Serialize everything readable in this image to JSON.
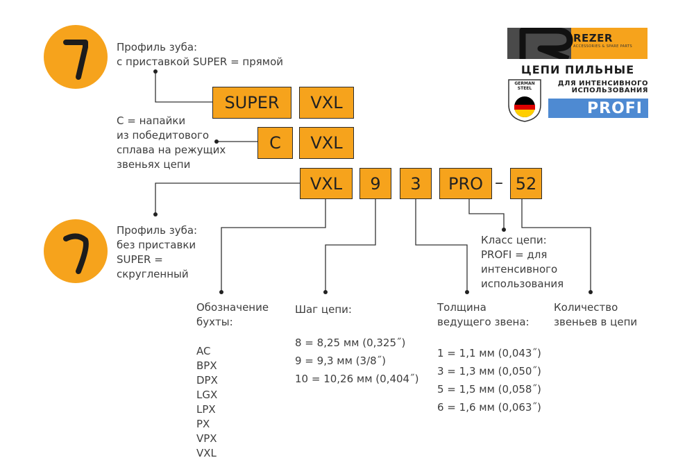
{
  "logo": {
    "brand": "REZER",
    "brand_sub": "ACCESSORIES & SPARE PARTS",
    "title": "ЦЕПИ ПИЛЬНЫЕ",
    "subtitle_line1": "ДЛЯ ИНТЕНСИВНОГО",
    "subtitle_line2": "ИСПОЛЬЗОВАНИЯ",
    "badge_line1": "GERMAN",
    "badge_line2": "STEEL",
    "profi": "PROFI",
    "colors": {
      "accent": "#f6a31c",
      "profi_blue": "#4e8ad2",
      "dark": "#3a3a3a"
    }
  },
  "codes": {
    "super": "SUPER",
    "vxl_row1": "VXL",
    "c": "C",
    "vxl_row2": "VXL",
    "vxl_row3": "VXL",
    "pitch": "9",
    "gauge": "3",
    "pro": "PRO",
    "dash": "–",
    "links": "52"
  },
  "labels": {
    "profile_super": [
      "Профиль зуба:",
      "с приставкой SUPER = прямой"
    ],
    "carbide": [
      "С = напайки",
      "из победитового",
      "сплава на режущих",
      "звеньях цепи"
    ],
    "profile_round": [
      "Профиль зуба:",
      "без приставки",
      "SUPER =",
      "скругленный"
    ],
    "chain_class": [
      "Класс цепи:",
      "PROFI = для",
      "интенсивного",
      "использования"
    ]
  },
  "columns": {
    "spool": {
      "title": [
        "Обозначение",
        "бухты:"
      ],
      "items": [
        "AC",
        "BPX",
        "DPX",
        "LGX",
        "LPX",
        "PX",
        "VPX",
        "VXL"
      ]
    },
    "pitch": {
      "title": [
        "Шаг цепи:"
      ],
      "items": [
        "8 = 8,25 мм (0,325˝)",
        "9 = 9,3 мм (3/8˝)",
        "10 = 10,26 мм (0,404˝)"
      ]
    },
    "gauge": {
      "title": [
        "Толщина",
        "ведущего звена:"
      ],
      "items": [
        "1 = 1,1 мм (0,043˝)",
        "3 = 1,3 мм (0,050˝)",
        "5 = 1,5 мм (0,058˝)",
        "6 = 1,6 мм (0,063˝)"
      ]
    },
    "links": {
      "title": [
        "Количество",
        "звеньев в цепи"
      ],
      "items": []
    }
  },
  "icons": {
    "tooth_straight": "tooth-straight-icon",
    "tooth_round": "tooth-round-icon",
    "flag": "german-flag-icon"
  }
}
